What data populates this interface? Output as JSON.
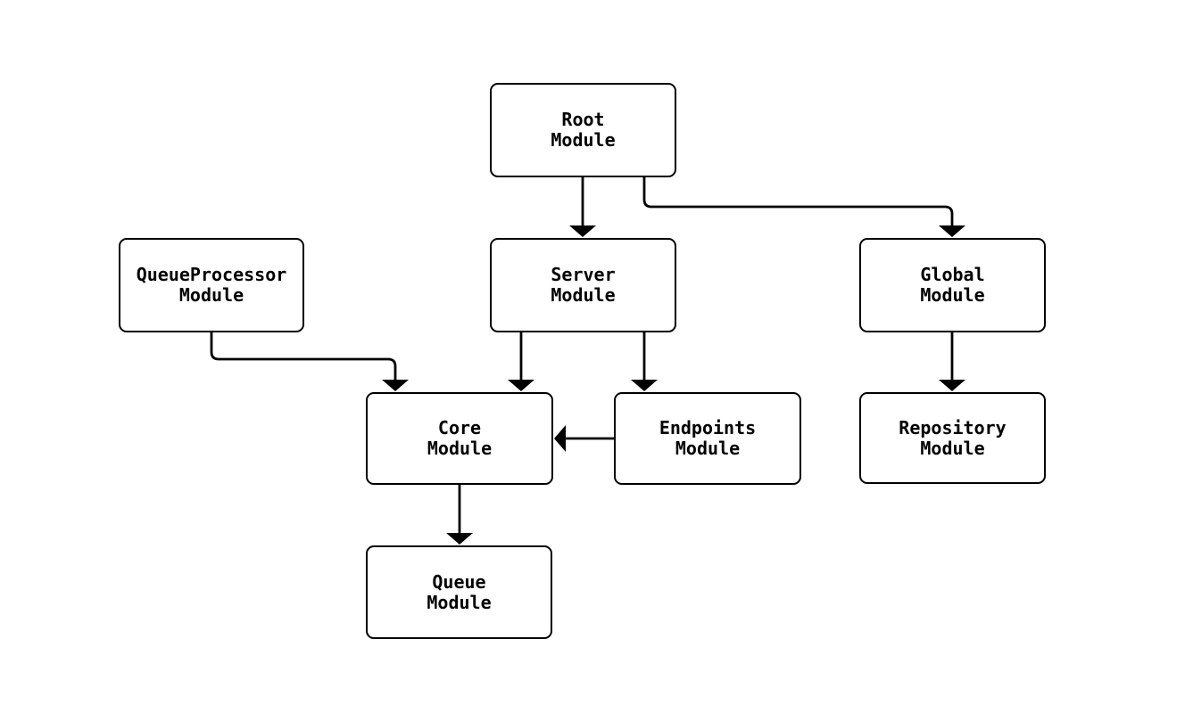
{
  "diagram": {
    "background_color": "#ffffff",
    "line_color": "#000000",
    "node_fill_color": "#ffffff",
    "nodes": [
      {
        "id": "root",
        "line1": "Root",
        "line2": "Module"
      },
      {
        "id": "queueprocessor",
        "line1": "QueueProcessor",
        "line2": "Module"
      },
      {
        "id": "server",
        "line1": "Server",
        "line2": "Module"
      },
      {
        "id": "global",
        "line1": "Global",
        "line2": "Module"
      },
      {
        "id": "core",
        "line1": "Core",
        "line2": "Module"
      },
      {
        "id": "endpoints",
        "line1": "Endpoints",
        "line2": "Module"
      },
      {
        "id": "repository",
        "line1": "Repository",
        "line2": "Module"
      },
      {
        "id": "queue",
        "line1": "Queue",
        "line2": "Module"
      }
    ],
    "edges": [
      {
        "from": "Root Module",
        "to": "Server Module"
      },
      {
        "from": "Root Module",
        "to": "Global Module"
      },
      {
        "from": "QueueProcessor Module",
        "to": "Core Module"
      },
      {
        "from": "Server Module",
        "to": "Core Module"
      },
      {
        "from": "Server Module",
        "to": "Endpoints Module"
      },
      {
        "from": "Endpoints Module",
        "to": "Core Module"
      },
      {
        "from": "Global Module",
        "to": "Repository Module"
      },
      {
        "from": "Core Module",
        "to": "Queue Module"
      }
    ]
  }
}
